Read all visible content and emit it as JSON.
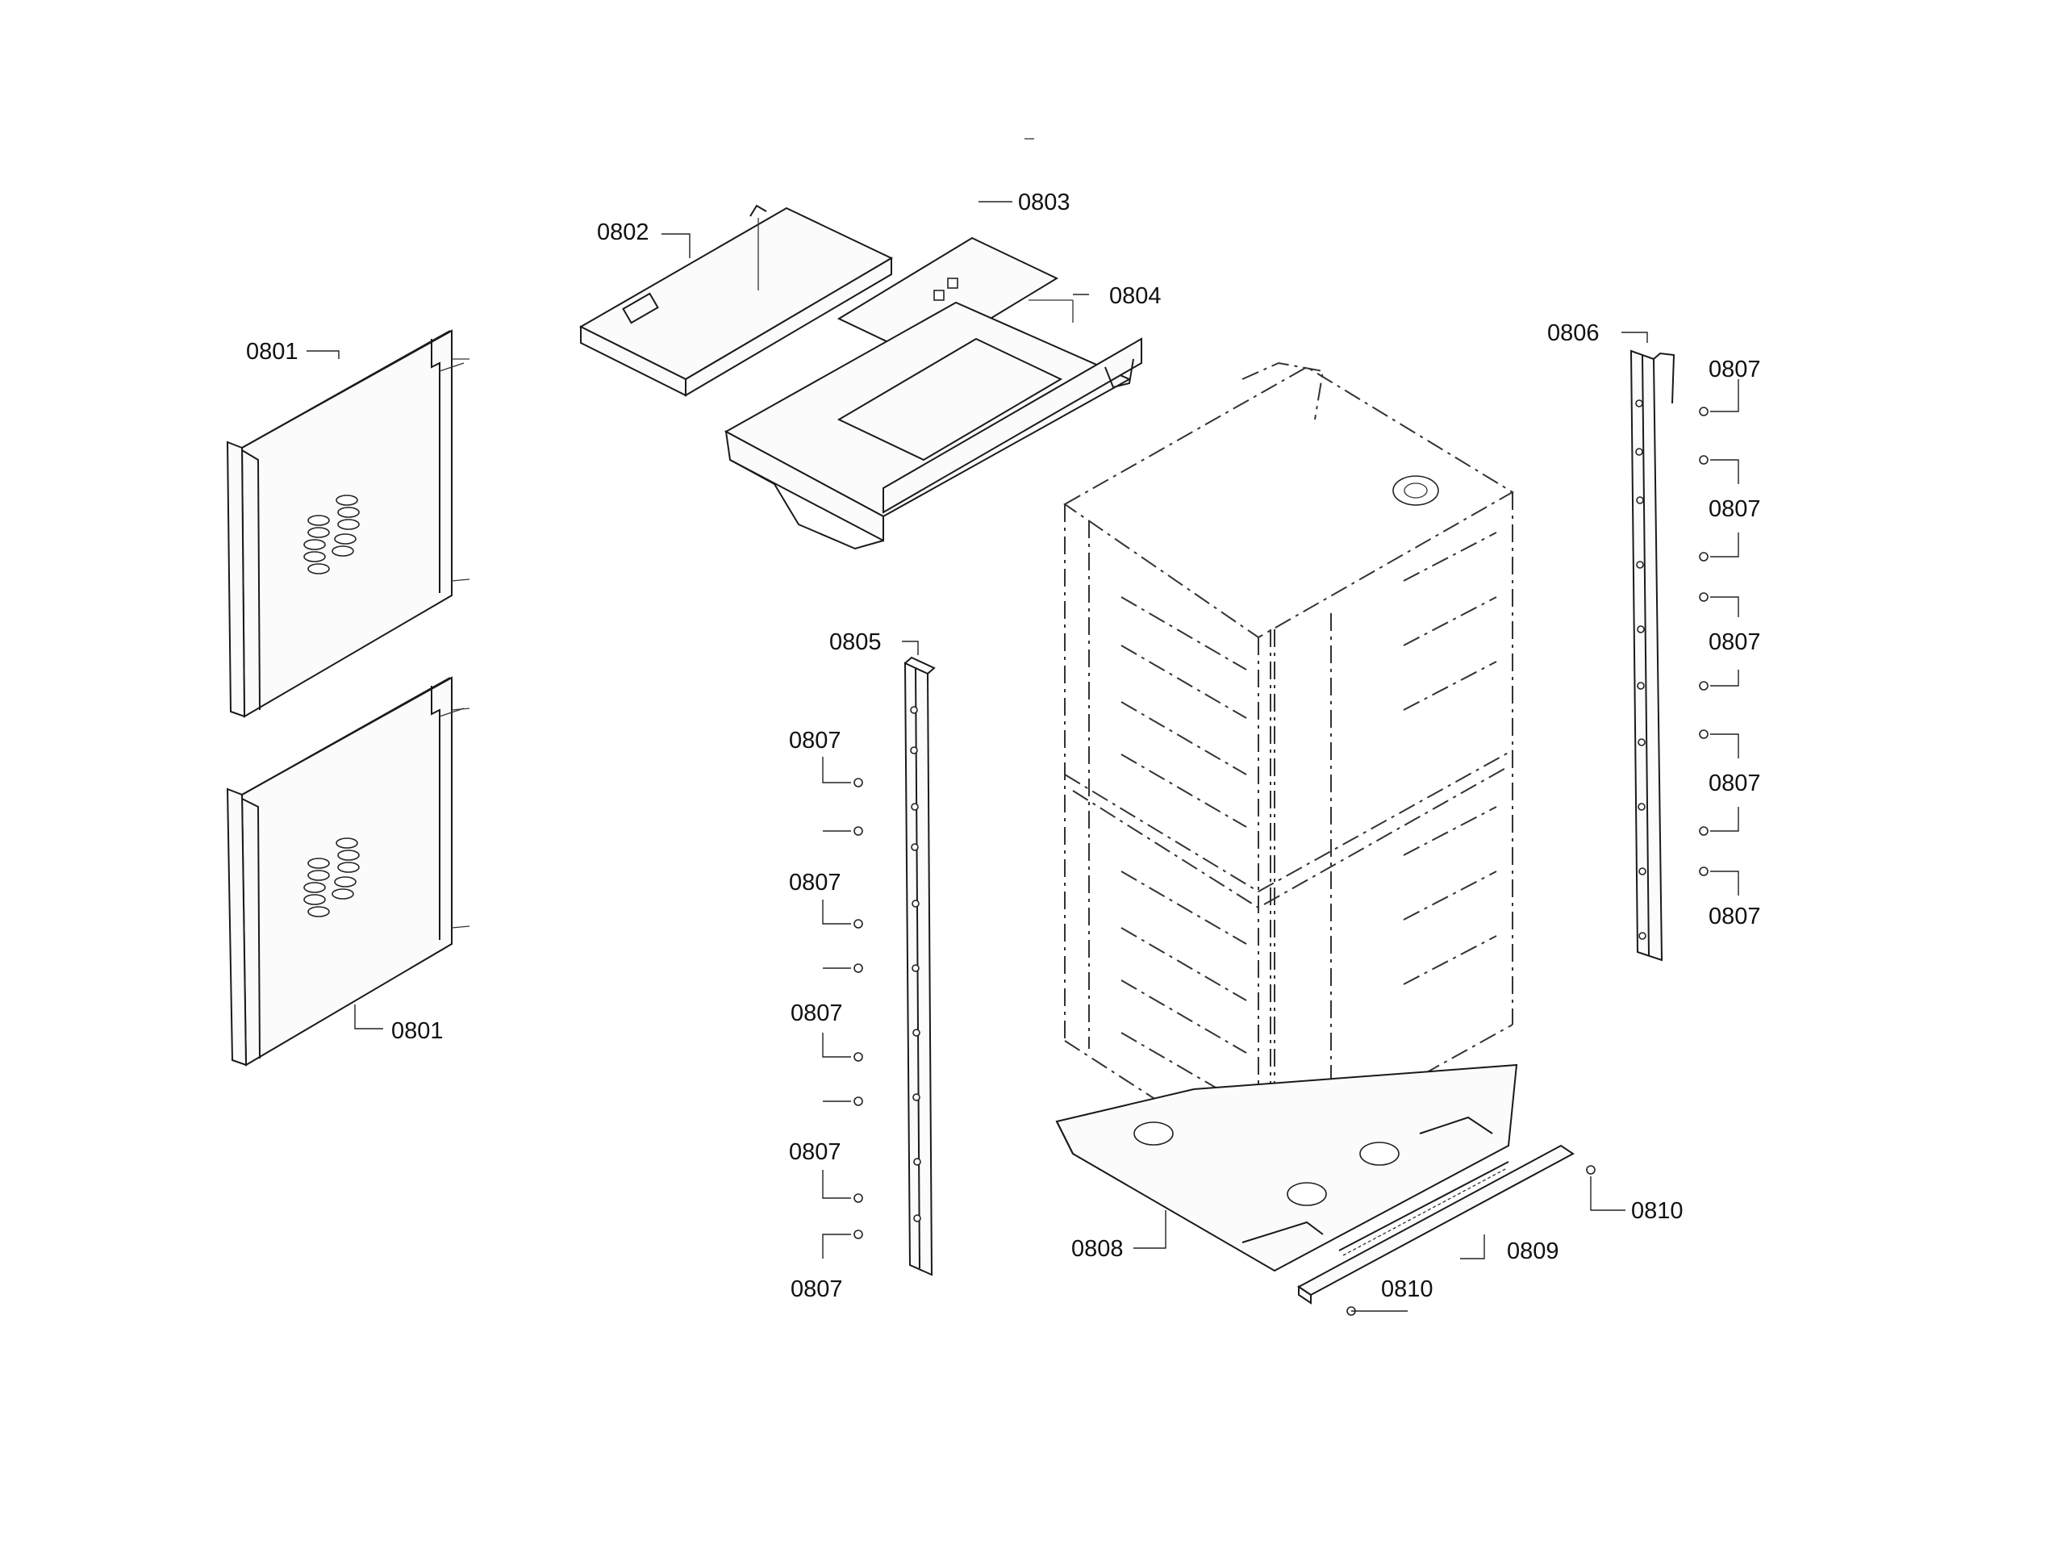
{
  "labels": {
    "l0801a": "0801",
    "l0801b": "0801",
    "l0802": "0802",
    "l0803": "0803",
    "l0804": "0804",
    "l0805": "0805",
    "l0806": "0806",
    "l0807_l1": "0807",
    "l0807_l2": "0807",
    "l0807_l3": "0807",
    "l0807_l4": "0807",
    "l0807_l5": "0807",
    "l0807_r1": "0807",
    "l0807_r2": "0807",
    "l0807_r3": "0807",
    "l0807_r4": "0807",
    "l0807_r5": "0807",
    "l0808": "0808",
    "l0809": "0809",
    "l0810a": "0810",
    "l0810b": "0810"
  }
}
